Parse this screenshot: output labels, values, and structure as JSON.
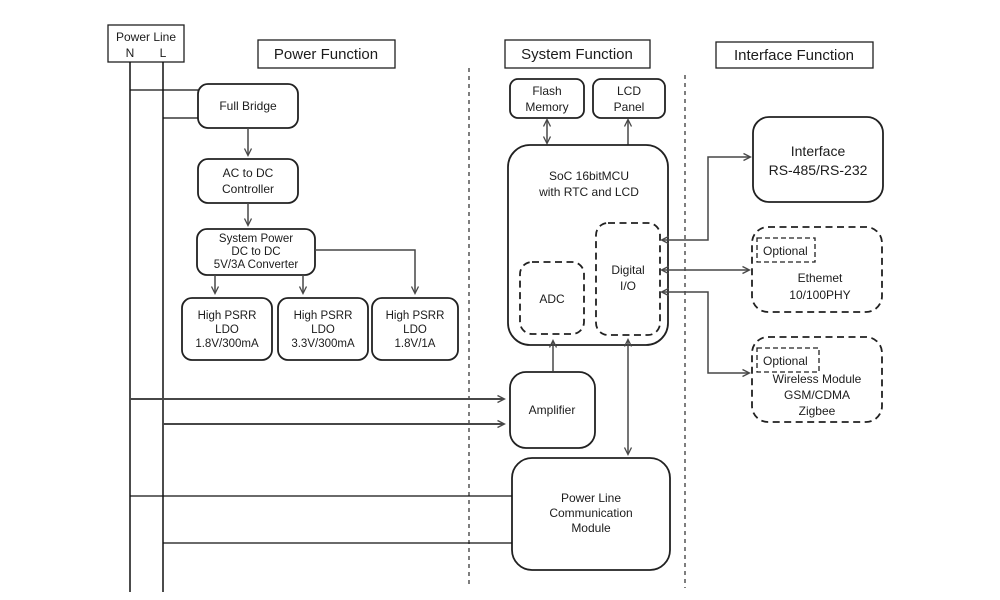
{
  "power_line": {
    "title": "Power Line",
    "n": "N",
    "l": "L"
  },
  "sections": {
    "power": "Power Function",
    "system": "System Function",
    "interface": "Interface Function"
  },
  "blocks": {
    "full_bridge": {
      "lines": [
        "Full Bridge"
      ]
    },
    "ac_to_dc": {
      "lines": [
        "AC to DC",
        "Controller"
      ]
    },
    "system_power": {
      "lines": [
        "System Power",
        "DC to DC",
        "5V/3A Converter"
      ]
    },
    "ldo1": {
      "lines": [
        "High PSRR",
        "LDO",
        "1.8V/300mA"
      ]
    },
    "ldo2": {
      "lines": [
        "High PSRR",
        "LDO",
        "3.3V/300mA"
      ]
    },
    "ldo3": {
      "lines": [
        "High PSRR",
        "LDO",
        "1.8V/1A"
      ]
    },
    "flash_memory": {
      "lines": [
        "Flash",
        "Memory"
      ]
    },
    "lcd_panel": {
      "lines": [
        "LCD",
        "Panel"
      ]
    },
    "soc": {
      "lines": [
        "SoC 16bitMCU",
        "with RTC and LCD"
      ]
    },
    "adc": {
      "lines": [
        "ADC"
      ]
    },
    "digital_io": {
      "lines": [
        "Digital",
        "I/O"
      ]
    },
    "amplifier": {
      "lines": [
        "Amplifier"
      ]
    },
    "plc_module": {
      "lines": [
        "Power Line",
        "Communication",
        "Module"
      ]
    },
    "interface_rs": {
      "lines": [
        "Interface",
        "RS-485/RS-232"
      ]
    },
    "ethernet": {
      "optional": "Optional",
      "lines": [
        "Ethemet",
        "10/100PHY"
      ]
    },
    "wireless": {
      "optional": "Optional",
      "lines": [
        "Wireless Module",
        "GSM/CDMA",
        "Zigbee"
      ]
    }
  },
  "colors": {
    "box_border": "#212121",
    "connector": "#474747",
    "background": "#ffffff"
  }
}
